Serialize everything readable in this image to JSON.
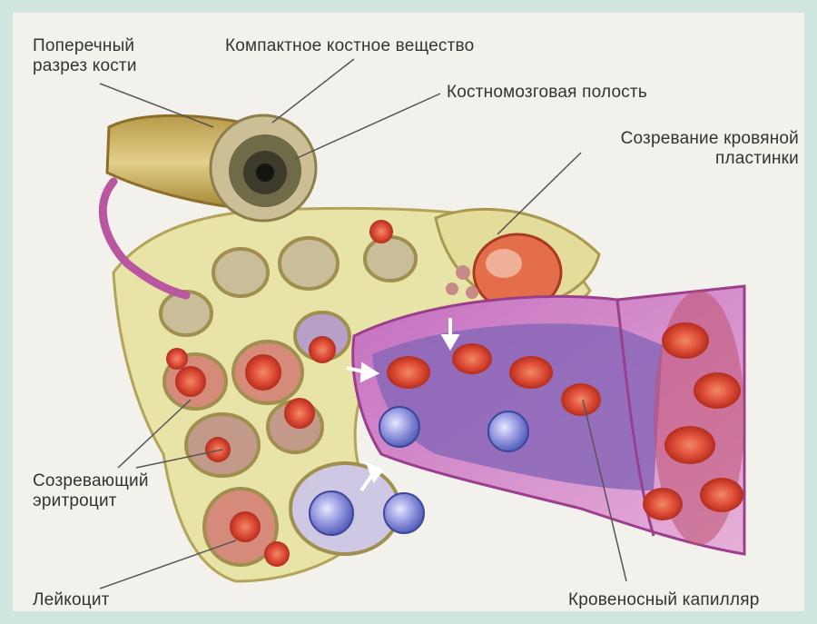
{
  "labels": {
    "cross_section": [
      "Поперечный",
      "разрез кости"
    ],
    "compact_bone": "Компактное костное вещество",
    "marrow_cavity": "Костномозговая полость",
    "platelet": [
      "Созревание кровяной",
      "пластинки"
    ],
    "erythrocyte": [
      "Созревающий",
      "эритроцит"
    ],
    "leukocyte": "Лейкоцит",
    "capillary": "Кровеносный капилляр"
  },
  "colors": {
    "bone": "#d9c88a",
    "trabecula": "#e6e2a4",
    "blood_cell": "#d9432a",
    "capillary": "#d48fc9",
    "vessel_lumen": "#8a67b8",
    "leukocyte": "#6a76cf"
  }
}
